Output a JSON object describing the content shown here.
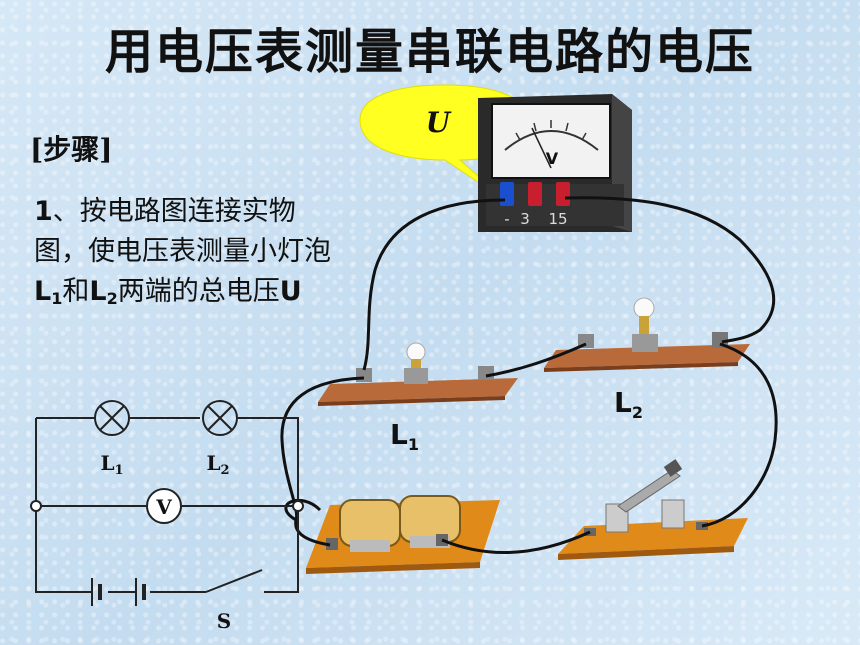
{
  "title": "用电压表测量串联电路的电压",
  "steps_heading": "[步骤]",
  "step": {
    "num": "1",
    "t1": "、按电路图连接实物图，使电压表测量小灯泡",
    "L": "L",
    "s1": "1",
    "and": "和",
    "s2": "2",
    "t2": "两端的总电压",
    "U": "U"
  },
  "callout_label": "U",
  "meter": {
    "dial_symbol": "V",
    "terminal_labels": [
      "-",
      "3",
      "15"
    ]
  },
  "photo_labels": {
    "L1": "L",
    "L1_sub": "1",
    "L2": "L",
    "L2_sub": "2"
  },
  "schematic": {
    "lamp1": "L",
    "lamp1_sub": "1",
    "lamp2": "L",
    "lamp2_sub": "2",
    "meter": "V",
    "switch": "S"
  }
}
